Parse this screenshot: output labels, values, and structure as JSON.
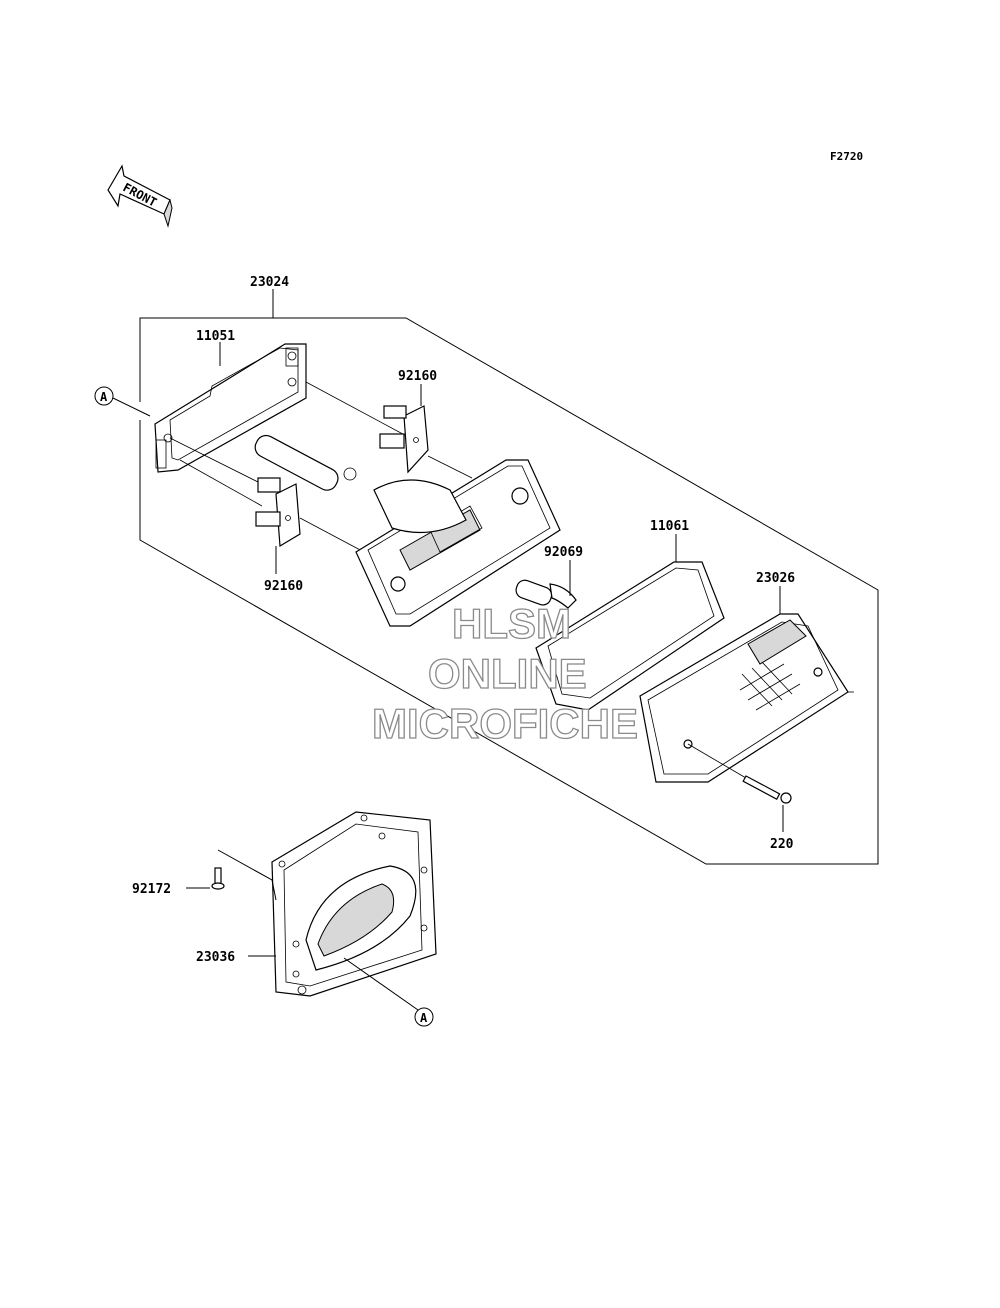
{
  "figure": {
    "code": "F2720"
  },
  "front_arrow": {
    "label": "FRONT"
  },
  "parts": {
    "p23024": "23024",
    "p11051": "11051",
    "p92160_top": "92160",
    "p92160_bottom": "92160",
    "p92069": "92069",
    "p11061": "11061",
    "p23026": "23026",
    "p220": "220",
    "p92172": "92172",
    "p23036": "23036"
  },
  "refs": {
    "a1": "A",
    "a2": "A"
  },
  "watermark": {
    "line1": "HLSM",
    "line2": "ONLINE",
    "line3": "MICROFICHE"
  }
}
